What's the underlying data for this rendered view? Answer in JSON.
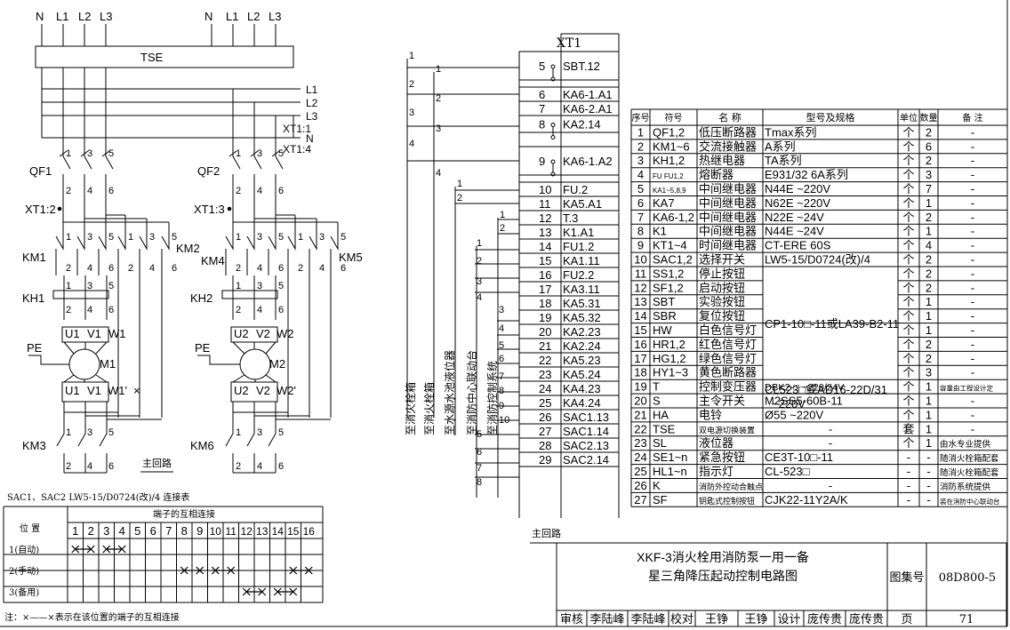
{
  "power_circuit": {
    "bus_top_left": [
      "N",
      "L1",
      "L2",
      "L3"
    ],
    "bus_top_right": [
      "N",
      "L1",
      "L2",
      "L3"
    ],
    "tse": "TSE",
    "bus_right": [
      "L1",
      "L2",
      "L3",
      "XT1:1",
      "N",
      "XT1:4"
    ],
    "qf1": "QF1",
    "qf2": "QF2",
    "xt1_2": "XT1:2",
    "xt1_3": "XT1:3",
    "km1": "KM1",
    "km2": "KM2",
    "km3": "KM3",
    "km4": "KM4",
    "km5": "KM5",
    "km6": "KM6",
    "kh1": "KH1",
    "kh2": "KH2",
    "pe1": "PE",
    "pe2": "PE",
    "m1": "M1",
    "m2": "M2",
    "motor1_top": [
      "U1",
      "V1",
      "W1"
    ],
    "motor1_bottom": [
      "U1",
      "V1",
      "W1'"
    ],
    "motor2_top": [
      "U2",
      "V2",
      "W2"
    ],
    "motor2_bottom": [
      "U2",
      "V2",
      "W2'"
    ],
    "cross_mark": "×",
    "terminals_135": [
      "1",
      "3",
      "5"
    ],
    "terminals_246": [
      "2",
      "4",
      "6"
    ],
    "main_circuit_label": "主回路"
  },
  "switch_table": {
    "title": "SAC1、SAC2 LW5-15/D0724(改)/4 连接表",
    "position_header": "位 置",
    "terminal_header": "端子的互相连接",
    "cols": [
      "1",
      "2",
      "3",
      "4",
      "5",
      "6",
      "7",
      "8",
      "9",
      "10",
      "11",
      "12",
      "13",
      "14",
      "15",
      "16"
    ],
    "rows": [
      {
        "label": "1(自动)",
        "marks": [
          [
            1,
            2
          ],
          [
            3,
            4
          ]
        ]
      },
      {
        "label": "2(手动)",
        "marks": [
          [
            8,
            9
          ],
          [
            10,
            11
          ],
          [
            15,
            16
          ]
        ]
      },
      {
        "label": "3(备用)",
        "marks": [
          [
            12,
            13
          ],
          [
            14,
            15
          ]
        ]
      }
    ],
    "note": "注：×——×表示在该位置的端子的互相连接"
  },
  "terminal_strip": {
    "title": "XT1",
    "rows": [
      {
        "n": "5",
        "name": "SBT.12"
      },
      {
        "n": "6",
        "name": "KA6-1.A1"
      },
      {
        "n": "7",
        "name": "KA6-2.A1"
      },
      {
        "n": "8",
        "name": "KA2.14"
      },
      {
        "n": "9",
        "name": "KA6-1.A2"
      },
      {
        "n": "10",
        "name": "FU.2"
      },
      {
        "n": "11",
        "name": "KA5.A1"
      },
      {
        "n": "12",
        "name": "T.3"
      },
      {
        "n": "13",
        "name": "K1.A1"
      },
      {
        "n": "14",
        "name": "FU1.2"
      },
      {
        "n": "15",
        "name": "KA1.11"
      },
      {
        "n": "16",
        "name": "FU2.2"
      },
      {
        "n": "17",
        "name": "KA3.11"
      },
      {
        "n": "18",
        "name": "KA5.31"
      },
      {
        "n": "19",
        "name": "KA5.32"
      },
      {
        "n": "20",
        "name": "KA2.23"
      },
      {
        "n": "21",
        "name": "KA2.24"
      },
      {
        "n": "22",
        "name": "KA5.23"
      },
      {
        "n": "23",
        "name": "KA5.24"
      },
      {
        "n": "24",
        "name": "KA4.23"
      },
      {
        "n": "25",
        "name": "KA4.24"
      },
      {
        "n": "26",
        "name": "SAC1.13"
      },
      {
        "n": "27",
        "name": "SAC1.14"
      },
      {
        "n": "28",
        "name": "SAC2.13"
      },
      {
        "n": "29",
        "name": "SAC2.14"
      }
    ],
    "wire_numbers": [
      "1",
      "1",
      "2",
      "2",
      "3",
      "3",
      "4",
      "4",
      "1",
      "2",
      "1",
      "2",
      "1",
      "2",
      "3",
      "4",
      "3",
      "4",
      "5",
      "6",
      "7",
      "8",
      "9",
      "10",
      "5",
      "6",
      "7",
      "8"
    ],
    "vertical_labels": [
      "至消火栓箱",
      "至消火栓箱",
      "至水源水池液位器",
      "至消防中心联动台",
      "至消防控制系统"
    ],
    "main_circuit_label": "主回路"
  },
  "equipment_table": {
    "headers": [
      "序号",
      "符号",
      "名 称",
      "型号及规格",
      "单位",
      "数量",
      "备 注"
    ],
    "rows": [
      [
        "1",
        "QF1,2",
        "低压断路器",
        "Tmax系列",
        "个",
        "2",
        "-"
      ],
      [
        "2",
        "KM1~6",
        "交流接触器",
        "A系列",
        "个",
        "6",
        "-"
      ],
      [
        "3",
        "KH1,2",
        "热继电器",
        "TA系列",
        "个",
        "2",
        "-"
      ],
      [
        "4",
        "FU FU1,2",
        "熔断器",
        "E931/32 6A系列",
        "个",
        "3",
        "-"
      ],
      [
        "5",
        "KA1~5,8,9",
        "中间继电器",
        "N44E      ~220V",
        "个",
        "7",
        "-"
      ],
      [
        "6",
        "KA7",
        "中间继电器",
        "N62E      ~220V",
        "个",
        "1",
        "-"
      ],
      [
        "7",
        "KA6-1,2",
        "中间继电器",
        "N22E       ~24V",
        "个",
        "2",
        "-"
      ],
      [
        "8",
        "K1",
        "中间继电器",
        "N44E       ~24V",
        "个",
        "1",
        "-"
      ],
      [
        "9",
        "KT1~4",
        "时间继电器",
        "CT-ERE     60S",
        "个",
        "4",
        "-"
      ],
      [
        "10",
        "SAC1,2",
        "选择开关",
        "LW5-15/D0724(改)/4",
        "个",
        "2",
        "-"
      ],
      [
        "11",
        "SS1,2",
        "停止按钮",
        "",
        "个",
        "2",
        "-"
      ],
      [
        "12",
        "SF1,2",
        "启动按钮",
        "",
        "个",
        "2",
        "-"
      ],
      [
        "13",
        "SBT",
        "实验按钮",
        "",
        "个",
        "1",
        "-"
      ],
      [
        "14",
        "SBR",
        "复位按钮",
        "",
        "个",
        "1",
        "-"
      ],
      [
        "15",
        "HW",
        "白色信号灯",
        "",
        "个",
        "1",
        "-"
      ],
      [
        "16",
        "HR1,2",
        "红色信号灯",
        "",
        "个",
        "2",
        "-"
      ],
      [
        "17",
        "HG1,2",
        "绿色信号灯",
        "",
        "个",
        "2",
        "-"
      ],
      [
        "18",
        "HY1~3",
        "黄色断路器",
        "",
        "个",
        "3",
        "-"
      ],
      [
        "19",
        "T",
        "控制变压器",
        "DBK2-□    ~220/24V",
        "个",
        "1",
        "容量由工程设计定"
      ],
      [
        "20",
        "S",
        "主令开关",
        "M2SS5-60B-11",
        "个",
        "1",
        "-"
      ],
      [
        "21",
        "HA",
        "电铃",
        "Ø55  ~220V",
        "个",
        "1",
        "-"
      ],
      [
        "22",
        "TSE",
        "双电源切换装置",
        "-",
        "套",
        "1",
        "-"
      ],
      [
        "23",
        "SL",
        "液位器",
        "-",
        "个",
        "1",
        "由水专业提供"
      ],
      [
        "24",
        "SE1~n",
        "紧急按钮",
        "CE3T-10□-11",
        "-",
        "-",
        "随消火栓箱配套"
      ],
      [
        "25",
        "HL1~n",
        "指示灯",
        "CL-523□",
        "-",
        "-",
        "随消火栓箱配套"
      ],
      [
        "26",
        "K",
        "消防外控动合触点",
        "-",
        "-",
        "-",
        "消防系统提供"
      ],
      [
        "27",
        "SF",
        "钥匙式控制按钮",
        "CJK22-11Y2A/K",
        "-",
        "-",
        "装在消防中心联动台"
      ]
    ],
    "merged_buttons": "CP1-10□-11或LA39-B2-11",
    "merged_lamps_1": "CL523□或AD16-22D/31",
    "merged_lamps_2": "~220V"
  },
  "title_block": {
    "title_line1": "XKF-3消火栓用消防泵一用一备",
    "title_line2": "星三角降压起动控制电路图",
    "atlas_label": "图集号",
    "atlas_no": "08D800-5",
    "bottom": [
      "审核",
      "李陆峰",
      "李陆峰",
      "校对",
      "王铮",
      "王铮",
      "设计",
      "庞传贵",
      "庞传贵",
      "页",
      "71"
    ]
  }
}
